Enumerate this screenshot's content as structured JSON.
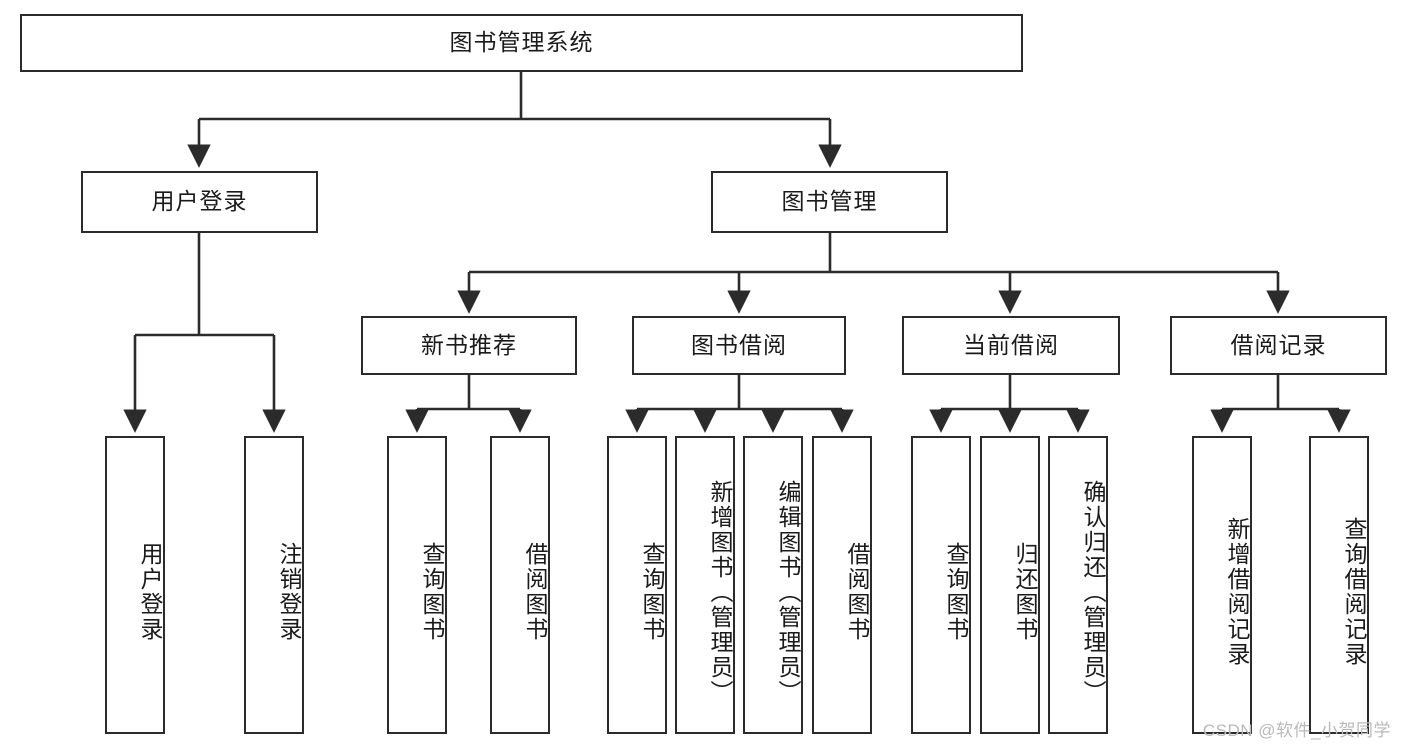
{
  "diagram": {
    "type": "tree-hierarchy-flowchart",
    "title": "图书管理系统",
    "root": {
      "id": "root",
      "label": "图书管理系统",
      "orientation": "horizontal"
    },
    "level2": [
      {
        "id": "user-login",
        "label": "用户登录",
        "orientation": "horizontal"
      },
      {
        "id": "book-manage",
        "label": "图书管理",
        "orientation": "horizontal"
      }
    ],
    "level3": [
      {
        "id": "new-book-rec",
        "label": "新书推荐",
        "orientation": "horizontal",
        "parent": "book-manage"
      },
      {
        "id": "book-borrow",
        "label": "图书借阅",
        "orientation": "horizontal",
        "parent": "book-manage"
      },
      {
        "id": "current-borrow",
        "label": "当前借阅",
        "orientation": "horizontal",
        "parent": "book-manage"
      },
      {
        "id": "borrow-record",
        "label": "借阅记录",
        "orientation": "horizontal",
        "parent": "book-manage"
      }
    ],
    "leaves": [
      {
        "id": "leaf-user-login",
        "label": "用户登录",
        "parent": "user-login"
      },
      {
        "id": "leaf-user-logout",
        "label": "注销登录",
        "parent": "user-login"
      },
      {
        "id": "leaf-query-book-1",
        "label": "查询图书",
        "parent": "new-book-rec"
      },
      {
        "id": "leaf-borrow-book-1",
        "label": "借阅图书",
        "parent": "new-book-rec"
      },
      {
        "id": "leaf-query-book-2",
        "label": "查询图书",
        "parent": "book-borrow"
      },
      {
        "id": "leaf-add-book",
        "label": "新增图书（管理员）",
        "parent": "book-borrow"
      },
      {
        "id": "leaf-edit-book",
        "label": "编辑图书（管理员）",
        "parent": "book-borrow"
      },
      {
        "id": "leaf-borrow-book-2",
        "label": "借阅图书",
        "parent": "book-borrow"
      },
      {
        "id": "leaf-query-book-3",
        "label": "查询图书",
        "parent": "current-borrow"
      },
      {
        "id": "leaf-return-book",
        "label": "归还图书",
        "parent": "current-borrow"
      },
      {
        "id": "leaf-confirm-return",
        "label": "确认归还（管理员）",
        "parent": "current-borrow"
      },
      {
        "id": "leaf-add-record",
        "label": "新增借阅记录",
        "parent": "borrow-record"
      },
      {
        "id": "leaf-query-record",
        "label": "查询借阅记录",
        "parent": "borrow-record"
      }
    ],
    "watermark": "CSDN @软件_小贺同学",
    "colors": {
      "stroke": "#2b2b2b",
      "fill": "#ffffff",
      "text": "#1a1a1a",
      "watermark": "#b9b9b9"
    }
  }
}
